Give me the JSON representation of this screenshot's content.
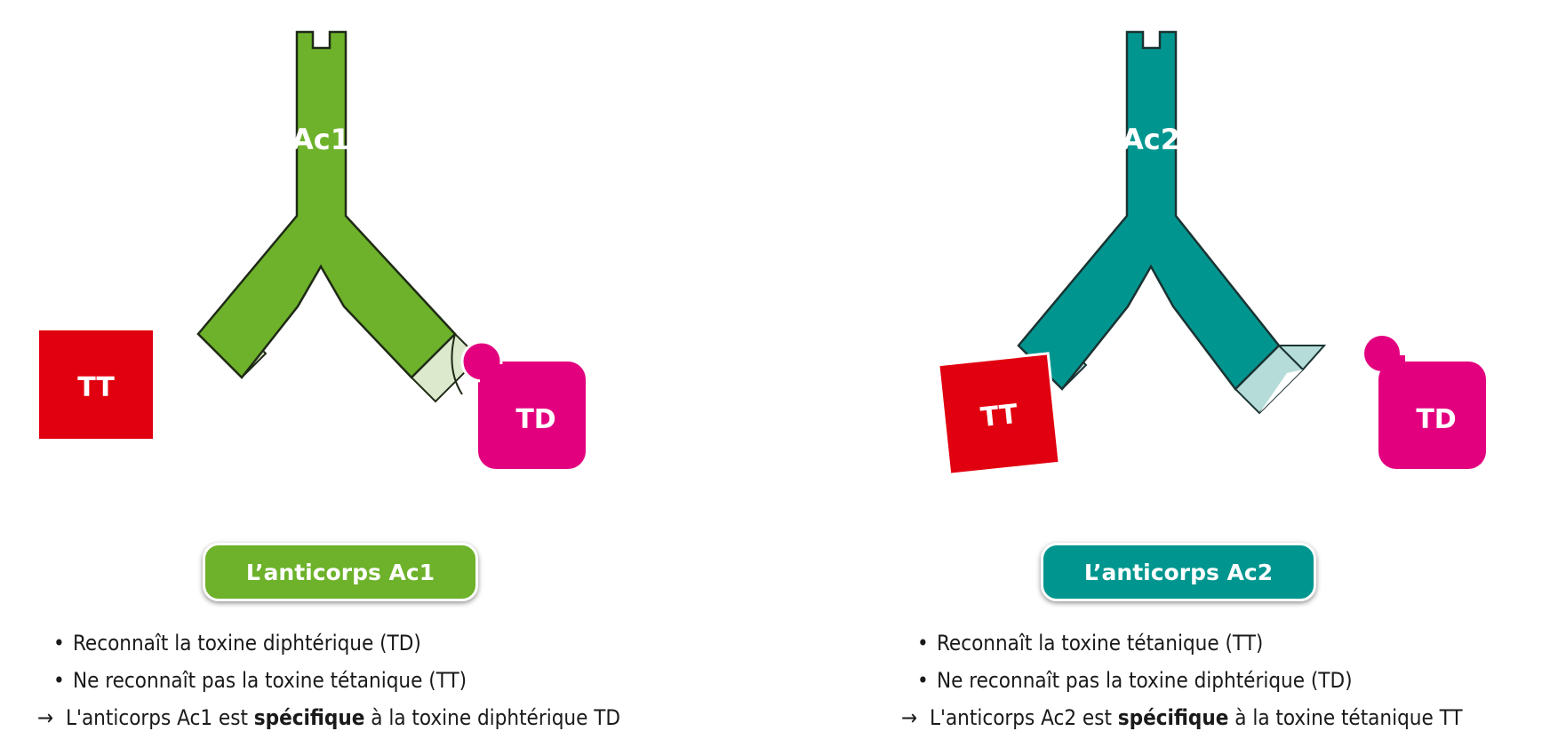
{
  "colors": {
    "ac1_green": "#6db22a",
    "ac1_tip": "#dde9cc",
    "ac2_teal": "#00968f",
    "ac2_tip": "#b5dcd9",
    "tt_red": "#e1000f",
    "td_magenta": "#e3007f"
  },
  "left": {
    "antibody_label": "Ac1",
    "tt_label": "TT",
    "td_label": "TD",
    "pill": "L’anticorps Ac1",
    "bullets": [
      "Reconnaît la toxine diphtérique (TD)",
      "Ne reconnaît pas la toxine tétanique (TT)"
    ],
    "conclusion_pre": "L'anticorps Ac1 est ",
    "conclusion_bold": "spécifique",
    "conclusion_post": " à la toxine diphtérique TD",
    "bullet_icon": "bullet-icon",
    "arrow_icon": "arrow-right-icon"
  },
  "right": {
    "antibody_label": "Ac2",
    "tt_label": "TT",
    "td_label": "TD",
    "pill": "L’anticorps Ac2",
    "bullets": [
      "Reconnaît la toxine tétanique (TT)",
      "Ne reconnaît pas la toxine diphtérique (TD)"
    ],
    "conclusion_pre": "L'anticorps Ac2 est ",
    "conclusion_bold": "spécifique",
    "conclusion_post": " à la toxine tétanique TT",
    "bullet_icon": "bullet-icon",
    "arrow_icon": "arrow-right-icon"
  }
}
